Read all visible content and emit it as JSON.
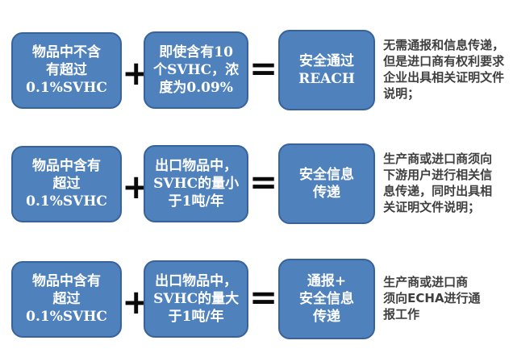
{
  "diagram": {
    "title_hint": "REACH SVHC notification flow diagram",
    "colors": {
      "box_fill": "#4f81bd",
      "box_border": "#38639a",
      "box_text": "#ffffff",
      "operator": "#0a0a0a",
      "note_text": "#3f3f3f",
      "background": "#ffffff"
    },
    "operators": {
      "plus": "+",
      "equals": "="
    },
    "rows": [
      {
        "condition1": "物品中不含\n有超过\n0.1%SVHC",
        "condition2": "即使含有10\n个SVHC，浓\n度为0.09%",
        "result": "安全通过\nREACH",
        "note": "无需通报和信息传递，\n但是进口商有权利要求\n企业出具相关证明文件\n说明；"
      },
      {
        "condition1": "物品中含有\n超过\n0.1%SVHC",
        "condition2": "出口物品中，\nSVHC的量小\n于1吨/年",
        "result": "安全信息\n传递",
        "note": "生产商或进口商须向\n下游用户进行相关信\n息传递，同时出具相\n关证明文件说明；"
      },
      {
        "condition1": "物品中含有\n超过\n0.1%SVHC",
        "condition2": "出口物品中，\nSVHC的量大\n于1吨/年",
        "result": "通报+\n安全信息\n传递",
        "note": "生产商或进口商\n须向ECHA进行通\n报工作"
      }
    ]
  }
}
